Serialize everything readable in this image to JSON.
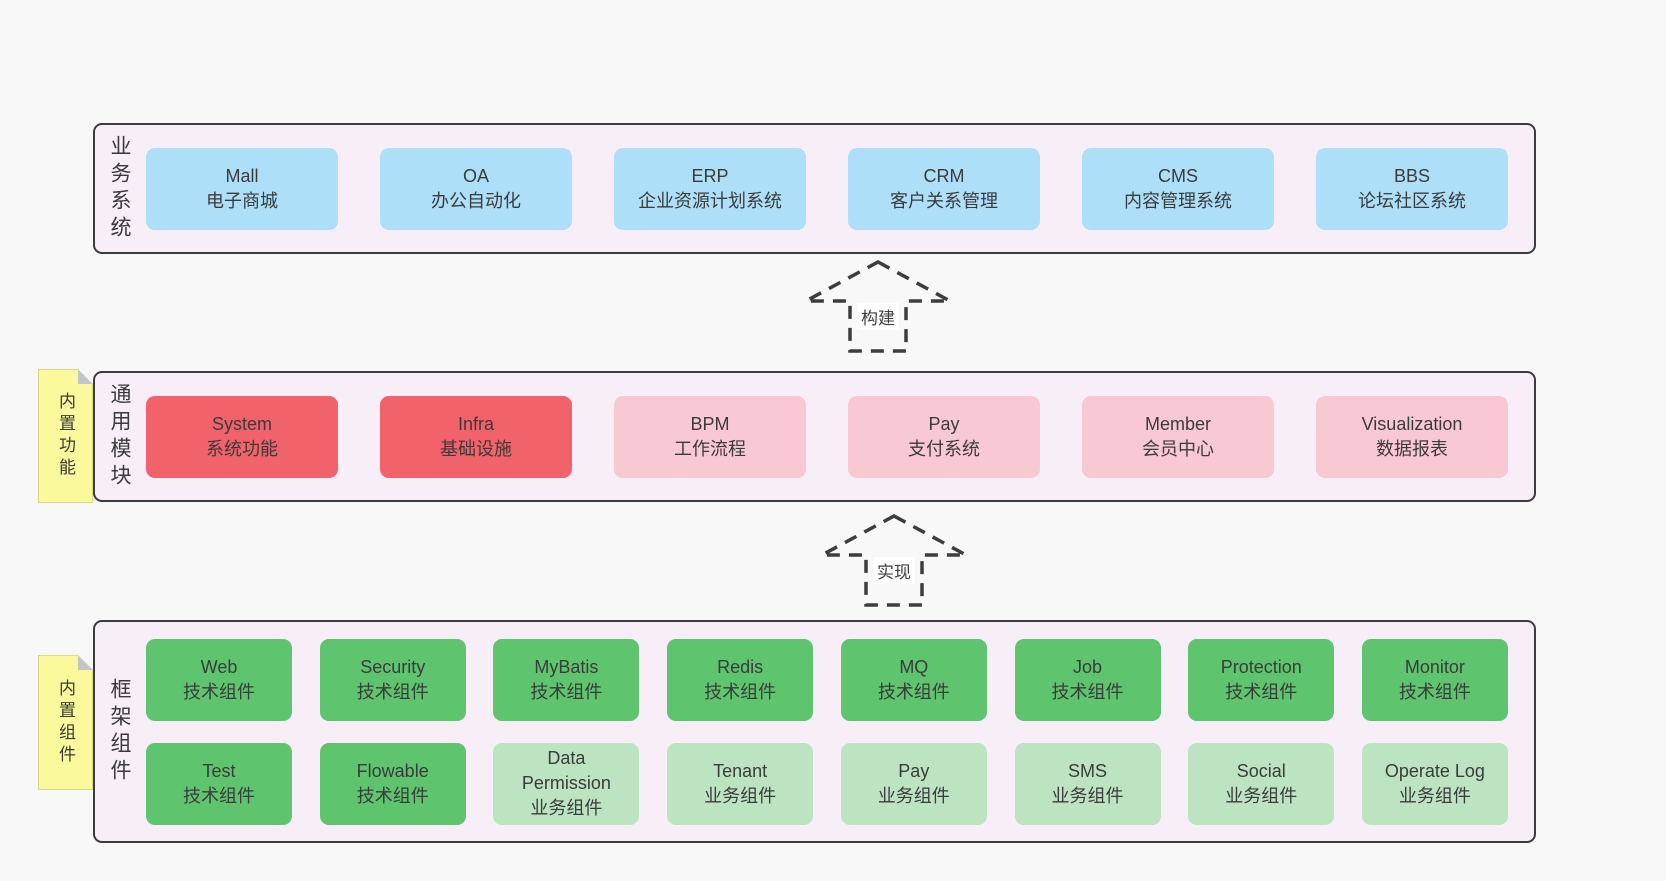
{
  "colors": {
    "page_bg": "#f8f8f8",
    "container_bg": "#f8eef7",
    "container_border": "#3c3c3c",
    "text": "#3b3b3b",
    "blue": "#addff9",
    "red": "#f2626a",
    "pink": "#f9c9d3",
    "green": "#5ec56e",
    "greenlight": "#bde4c1",
    "sticky": "#fafa9d"
  },
  "sections": {
    "business": {
      "label": "业务系统",
      "boxes": [
        {
          "title": "Mall",
          "subtitle": "电子商城",
          "variant": "blue"
        },
        {
          "title": "OA",
          "subtitle": "办公自动化",
          "variant": "blue"
        },
        {
          "title": "ERP",
          "subtitle": "企业资源计划系统",
          "variant": "blue"
        },
        {
          "title": "CRM",
          "subtitle": "客户关系管理",
          "variant": "blue"
        },
        {
          "title": "CMS",
          "subtitle": "内容管理系统",
          "variant": "blue"
        },
        {
          "title": "BBS",
          "subtitle": "论坛社区系统",
          "variant": "blue"
        }
      ]
    },
    "modules": {
      "label": "通用模块",
      "sticky": "内置功能",
      "boxes": [
        {
          "title": "System",
          "subtitle": "系统功能",
          "variant": "red"
        },
        {
          "title": "Infra",
          "subtitle": "基础设施",
          "variant": "red"
        },
        {
          "title": "BPM",
          "subtitle": "工作流程",
          "variant": "pink"
        },
        {
          "title": "Pay",
          "subtitle": "支付系统",
          "variant": "pink"
        },
        {
          "title": "Member",
          "subtitle": "会员中心",
          "variant": "pink"
        },
        {
          "title": "Visualization",
          "subtitle": "数据报表",
          "variant": "pink"
        }
      ]
    },
    "framework": {
      "label": "框架组件",
      "sticky": "内置组件",
      "rows": [
        [
          {
            "title": "Web",
            "subtitle": "技术组件",
            "variant": "green"
          },
          {
            "title": "Security",
            "subtitle": "技术组件",
            "variant": "green"
          },
          {
            "title": "MyBatis",
            "subtitle": "技术组件",
            "variant": "green"
          },
          {
            "title": "Redis",
            "subtitle": "技术组件",
            "variant": "green"
          },
          {
            "title": "MQ",
            "subtitle": "技术组件",
            "variant": "green"
          },
          {
            "title": "Job",
            "subtitle": "技术组件",
            "variant": "green"
          },
          {
            "title": "Protection",
            "subtitle": "技术组件",
            "variant": "green"
          },
          {
            "title": "Monitor",
            "subtitle": "技术组件",
            "variant": "green"
          }
        ],
        [
          {
            "title": "Test",
            "subtitle": "技术组件",
            "variant": "green"
          },
          {
            "title": "Flowable",
            "subtitle": "技术组件",
            "variant": "green"
          },
          {
            "title": "Data\nPermission",
            "subtitle": "业务组件",
            "variant": "greenlight"
          },
          {
            "title": "Tenant",
            "subtitle": "业务组件",
            "variant": "greenlight"
          },
          {
            "title": "Pay",
            "subtitle": "业务组件",
            "variant": "greenlight"
          },
          {
            "title": "SMS",
            "subtitle": "业务组件",
            "variant": "greenlight"
          },
          {
            "title": "Social",
            "subtitle": "业务组件",
            "variant": "greenlight"
          },
          {
            "title": "Operate Log",
            "subtitle": "业务组件",
            "variant": "greenlight"
          }
        ]
      ]
    }
  },
  "arrows": [
    {
      "label": "构建"
    },
    {
      "label": "实现"
    }
  ]
}
